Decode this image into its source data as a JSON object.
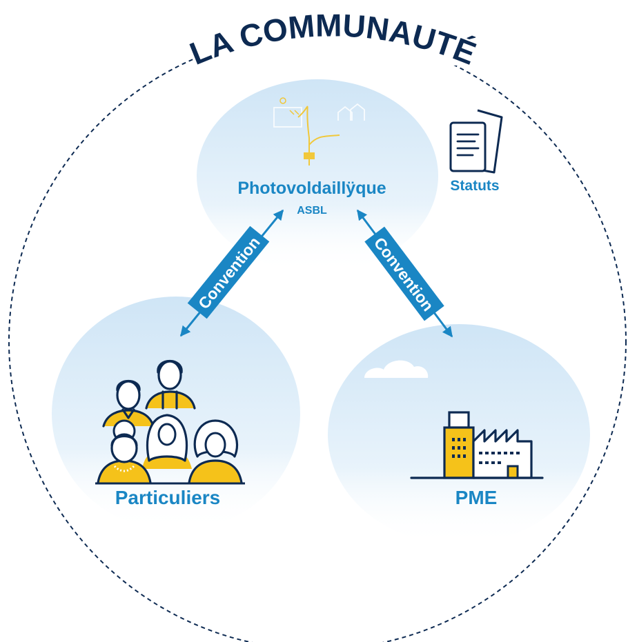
{
  "title": "LA COMMUNAUTÉ",
  "center_node": {
    "name": "Photovoldaillÿque",
    "sub": "ASBL"
  },
  "statuts_label": "Statuts",
  "left_node": {
    "name": "Particuliers"
  },
  "right_node": {
    "name": "PME"
  },
  "edges": [
    {
      "label": "Convention"
    },
    {
      "label": "Convention"
    }
  ],
  "colors": {
    "accent": "#1a86c4",
    "navy": "#0d2a52",
    "yellow": "#f5c21a",
    "sky": "#cfe5f6"
  },
  "icons": [
    "solar-energy-icon",
    "document-stack-icon",
    "people-group-icon",
    "factory-icon",
    "cloud-icon"
  ]
}
